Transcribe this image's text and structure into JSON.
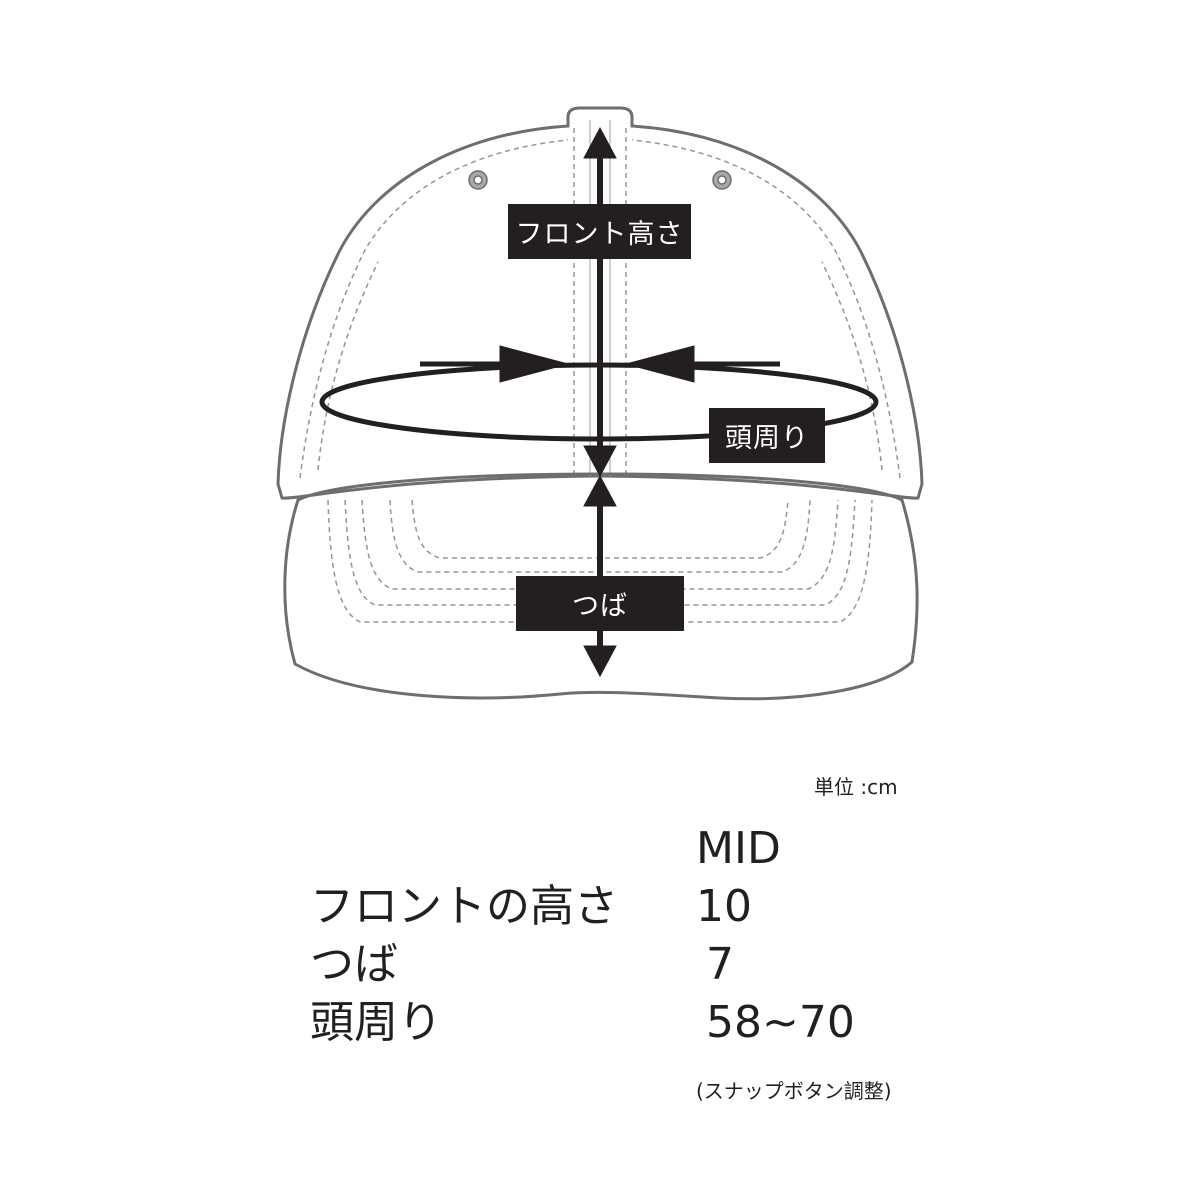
{
  "diagram": {
    "labels": {
      "front_height": "フロント高さ",
      "head_circumference": "頭周り",
      "brim": "つば"
    }
  },
  "unit_note": "単位 :cm",
  "size_table": {
    "column_header": "MID",
    "rows": [
      {
        "label": "フロントの高さ",
        "value": "10"
      },
      {
        "label": "つば",
        "value": "7"
      },
      {
        "label": "頭周り",
        "value": "58~70"
      }
    ],
    "footnote": "(スナップボタン調整)"
  }
}
